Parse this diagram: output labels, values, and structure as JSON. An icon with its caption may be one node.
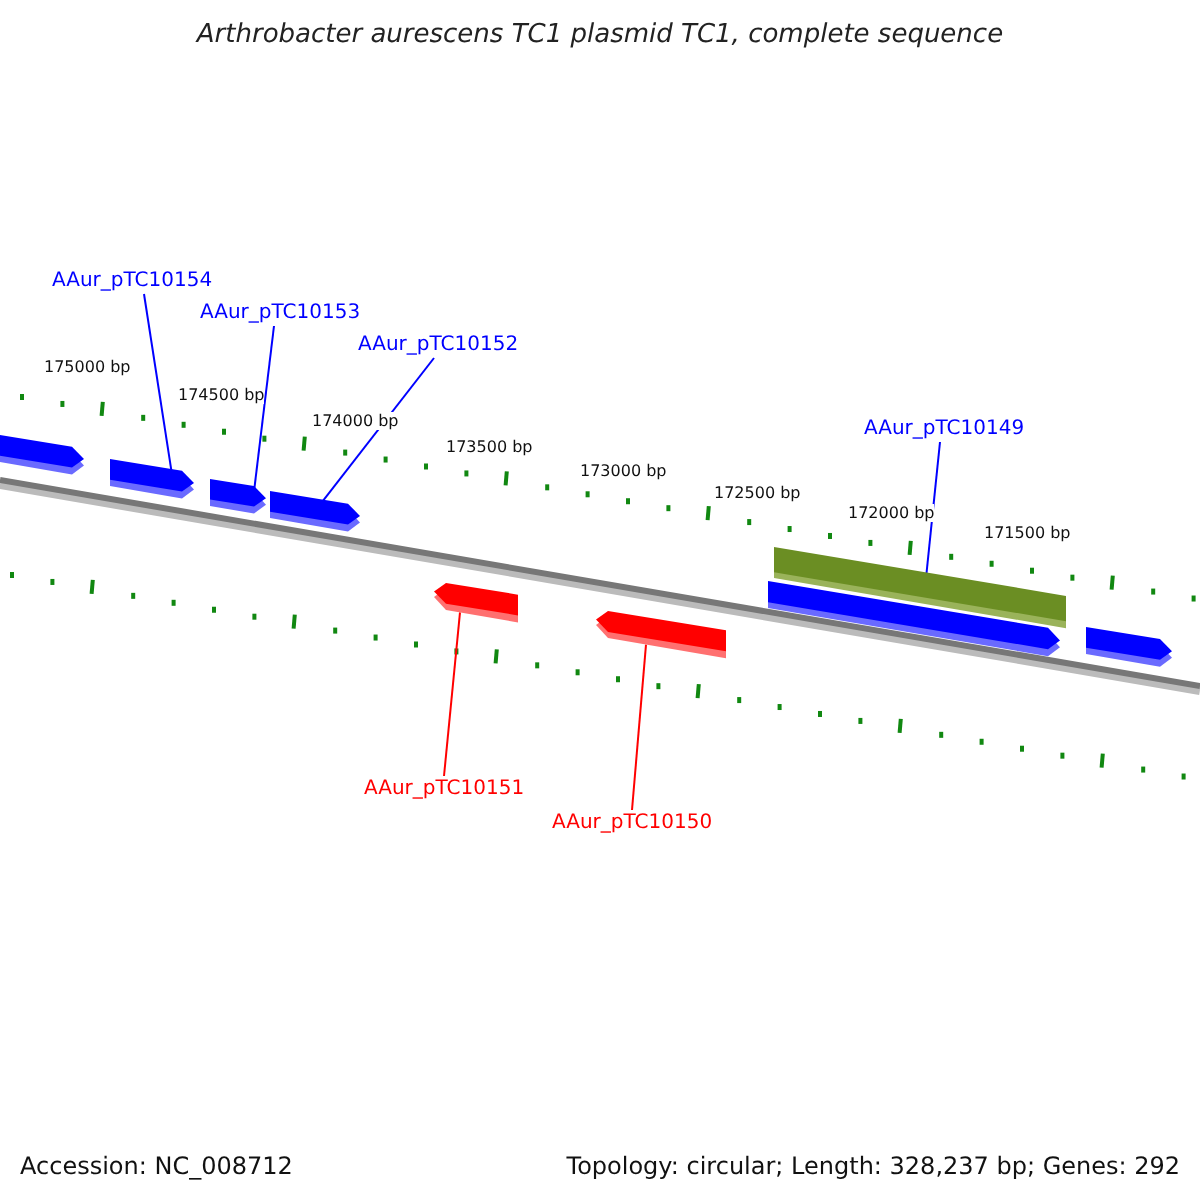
{
  "diagram": {
    "title": "Arthrobacter aurescens TC1 plasmid TC1, complete sequence",
    "nodes": [
      {
        "text": [
          "AAur_pTC10154"
        ]
      },
      {
        "text": [
          "AAur_pTC10153"
        ]
      },
      {
        "text": [
          "AAur_pTC10152"
        ]
      },
      {
        "text": [
          "AAur_pTC10149"
        ]
      },
      {
        "text": [
          "AAur_pTC10151"
        ]
      },
      {
        "text": [
          "AAur_pTC10150"
        ]
      },
      {
        "text": [],
        "shape": "bar"
      },
      {
        "text": [],
        "shape": "bar"
      },
      {
        "text": [],
        "shape": "bar"
      },
      {
        "text": [],
        "shape": "bar"
      },
      {
        "text": [],
        "shape": "bar"
      },
      {
        "text": [],
        "shape": "bar"
      },
      {
        "text": [],
        "shape": "bar"
      },
      {
        "text": [],
        "shape": "bar"
      },
      {
        "text": [],
        "shape": "bar"
      }
    ],
    "edges": [
      {
        "from": 0,
        "to": 7,
        "arrow": "none"
      },
      {
        "from": 1,
        "to": 8,
        "arrow": "none"
      },
      {
        "from": 2,
        "to": 9,
        "arrow": "none"
      },
      {
        "from": 3,
        "to": 12,
        "arrow": "none"
      },
      {
        "from": 4,
        "to": 10,
        "arrow": "none",
        "color": "#ff0000"
      },
      {
        "from": 5,
        "to": 11,
        "arrow": "none",
        "color": "#ff0000"
      }
    ],
    "labels": [
      "175000 bp",
      "174500 bp",
      "174000 bp",
      "173500 bp",
      "173000 bp",
      "172500 bp",
      "172000 bp",
      "171500 bp",
      "Accession: NC_008712",
      "Topology: circular; Length: 328,237 bp; Genes: 292"
    ]
  }
}
